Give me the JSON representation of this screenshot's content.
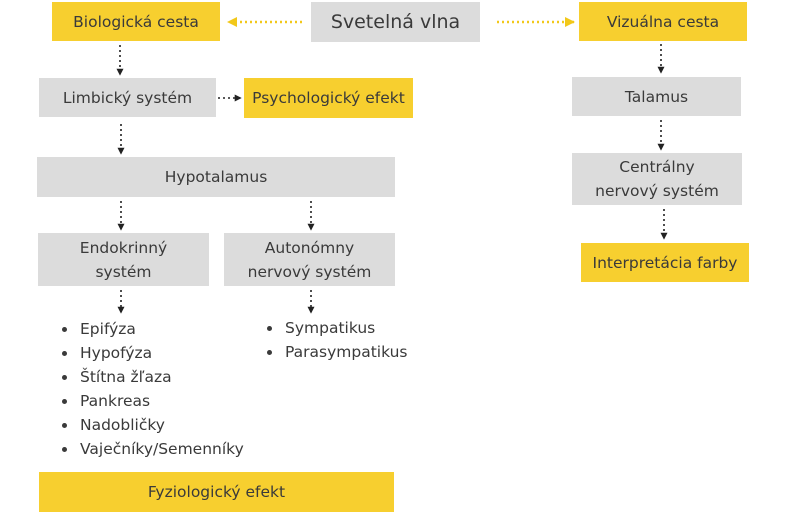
{
  "nodes": {
    "svetelna_vlna": "Svetelná vlna",
    "biologicka_cesta": "Biologická cesta",
    "vizualna_cesta": "Vizuálna cesta",
    "limbicky_system": "Limbický systém",
    "psychologicky_efekt": "Psychologický efekt",
    "hypotalamus": "Hypotalamus",
    "endokrinny_system": "Endokrinný\nsystém",
    "autonomny_system": "Autonómny\nnervový systém",
    "talamus": "Talamus",
    "centralny_system": "Centrálny\nnervový systém",
    "interpretacia_farby": "Interpretácia farby",
    "fyziologicky_efekt": "Fyziologický efekt"
  },
  "endokrinny_list": [
    "Epifýza",
    "Hypofýza",
    "Štítna žľaza",
    "Pankreas",
    "Nadobličky",
    "Vaječníky/Semenníky"
  ],
  "autonomny_list": [
    "Sympatikus",
    "Parasympatikus"
  ],
  "colors": {
    "gray": "#dcdcdc",
    "yellow": "#f7cf2f",
    "arrow_dark": "#222222",
    "arrow_yellow": "#f2c81a"
  }
}
